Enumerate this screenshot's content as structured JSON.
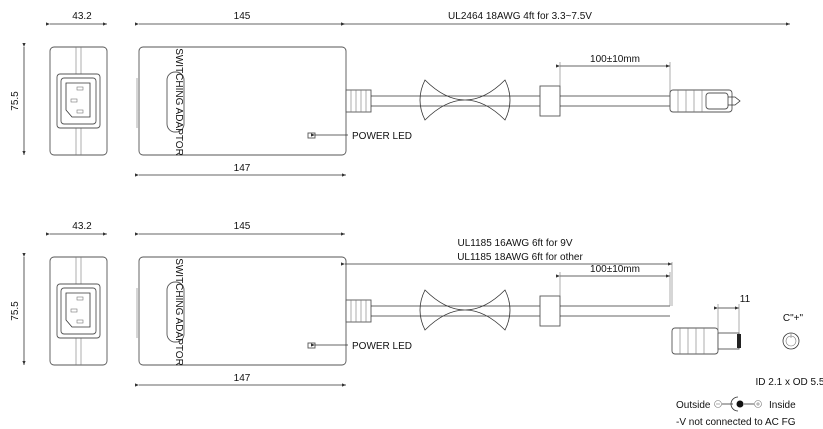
{
  "top": {
    "width_side": "43.2",
    "height": "75.5",
    "length_top": "145",
    "length_bottom": "147",
    "cable_spec": "UL2464 18AWG 4ft for 3.3~7.5V",
    "ferrite_distance": "100±10mm",
    "label_brand": "SWITCHING ADAPTOR",
    "led_label": "POWER LED"
  },
  "bottom": {
    "width_side": "43.2",
    "height": "75.5",
    "length_top": "145",
    "length_bottom": "147",
    "cable_spec_1": "UL1185 16AWG 6ft for 9V",
    "cable_spec_2": "UL1185 18AWG 6ft for other",
    "ferrite_distance": "100±10mm",
    "plug_length": "11",
    "label_brand": "SWITCHING ADAPTOR",
    "led_label": "POWER LED",
    "polarity_c": "C\"+\"",
    "plug_dims": "ID 2.1 x OD 5.5",
    "outside_label": "Outside",
    "inside_label": "Inside",
    "note": "-V not connected to AC FG"
  }
}
